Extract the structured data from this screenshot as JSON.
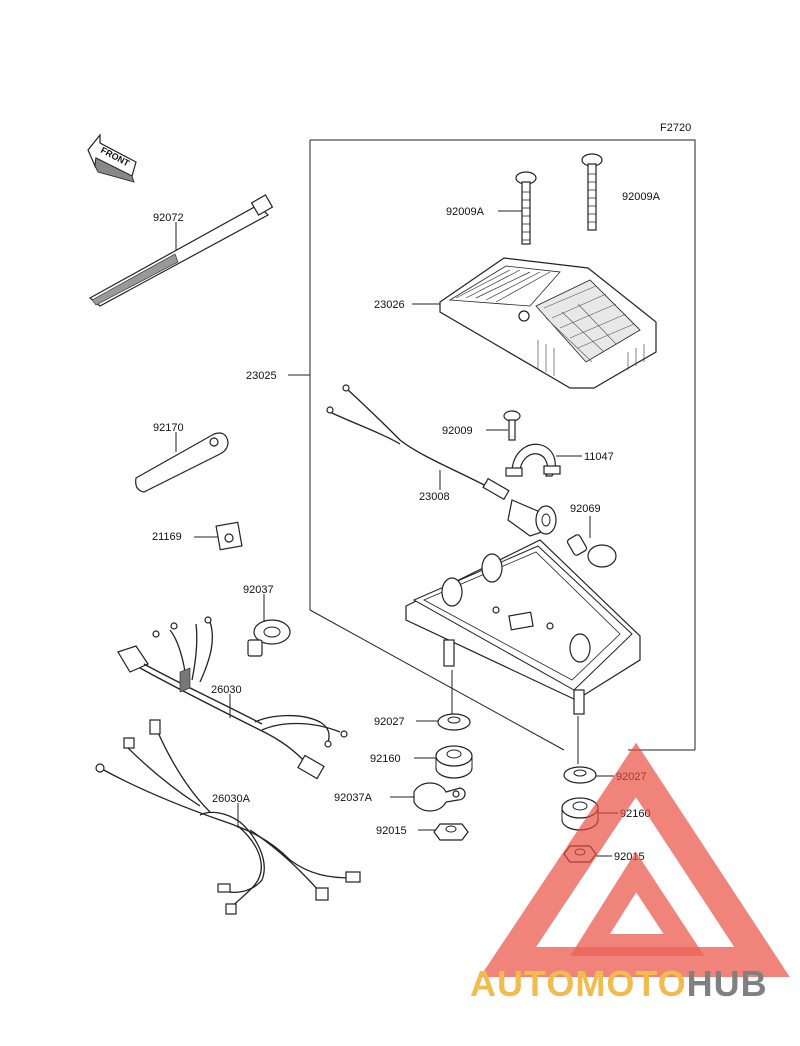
{
  "figure_code": "F2720",
  "front_label": "FRONT",
  "parts": [
    {
      "id": "lbl-92072",
      "number": "92072"
    },
    {
      "id": "lbl-92170",
      "number": "92170"
    },
    {
      "id": "lbl-21169",
      "number": "21169"
    },
    {
      "id": "lbl-92037",
      "number": "92037"
    },
    {
      "id": "lbl-26030",
      "number": "26030"
    },
    {
      "id": "lbl-26030a",
      "number": "26030A"
    },
    {
      "id": "lbl-23025",
      "number": "23025"
    },
    {
      "id": "lbl-92009a-left",
      "number": "92009A"
    },
    {
      "id": "lbl-92009a-right",
      "number": "92009A"
    },
    {
      "id": "lbl-23026",
      "number": "23026"
    },
    {
      "id": "lbl-92009",
      "number": "92009"
    },
    {
      "id": "lbl-11047",
      "number": "11047"
    },
    {
      "id": "lbl-23008",
      "number": "23008"
    },
    {
      "id": "lbl-92069",
      "number": "92069"
    },
    {
      "id": "lbl-92027-left",
      "number": "92027"
    },
    {
      "id": "lbl-92160-left",
      "number": "92160"
    },
    {
      "id": "lbl-92037a",
      "number": "92037A"
    },
    {
      "id": "lbl-92015-left",
      "number": "92015"
    },
    {
      "id": "lbl-92027-right",
      "number": "92027"
    },
    {
      "id": "lbl-92160-right",
      "number": "92160"
    },
    {
      "id": "lbl-92015-right",
      "number": "92015"
    }
  ],
  "watermark": {
    "brand_orange": "AUTOMOTO",
    "brand_grey": "HUB",
    "accent_color": "#f0b030",
    "mark_color": "#e84a3c",
    "grey_color": "#6a6a6a"
  }
}
